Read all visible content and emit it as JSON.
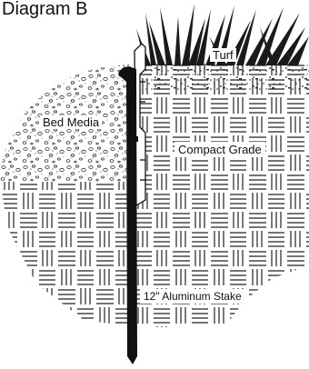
{
  "title": "Diagram B",
  "labels": {
    "turf": "Turf",
    "bed_media": "Bed Media",
    "compact_grade": "Compact Grade",
    "stake": "12\" Aluminum Stake"
  }
}
